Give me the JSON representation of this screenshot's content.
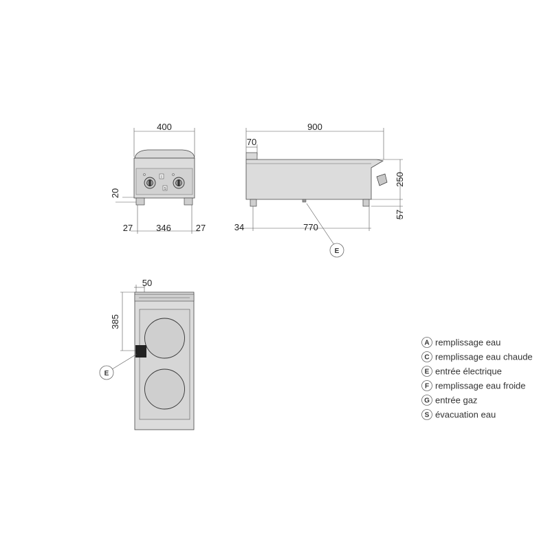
{
  "dimensions": {
    "front_width": "400",
    "front_inner": "346",
    "front_left_side": "27",
    "front_right_side": "27",
    "front_offset": "20",
    "side_length": "900",
    "side_back": "70",
    "side_height": "250",
    "side_foot_height": "57",
    "side_front_offset": "34",
    "side_foot_span": "770",
    "top_back": "50",
    "top_offset": "385"
  },
  "callouts": {
    "side_view": "E",
    "top_view": "E"
  },
  "front_panel_labels": {
    "indicator_top": "I",
    "indicator_bottom": "S"
  },
  "legend": [
    {
      "letter": "A",
      "text": "remplissage eau"
    },
    {
      "letter": "C",
      "text": "remplissage eau chaude"
    },
    {
      "letter": "E",
      "text": "entrée électrique"
    },
    {
      "letter": "F",
      "text": "remplissage eau froide"
    },
    {
      "letter": "G",
      "text": "entrée gaz"
    },
    {
      "letter": "S",
      "text": "évacuation eau"
    }
  ],
  "colors": {
    "body_fill": "#dcdcdc",
    "dark_block": "#222222"
  }
}
